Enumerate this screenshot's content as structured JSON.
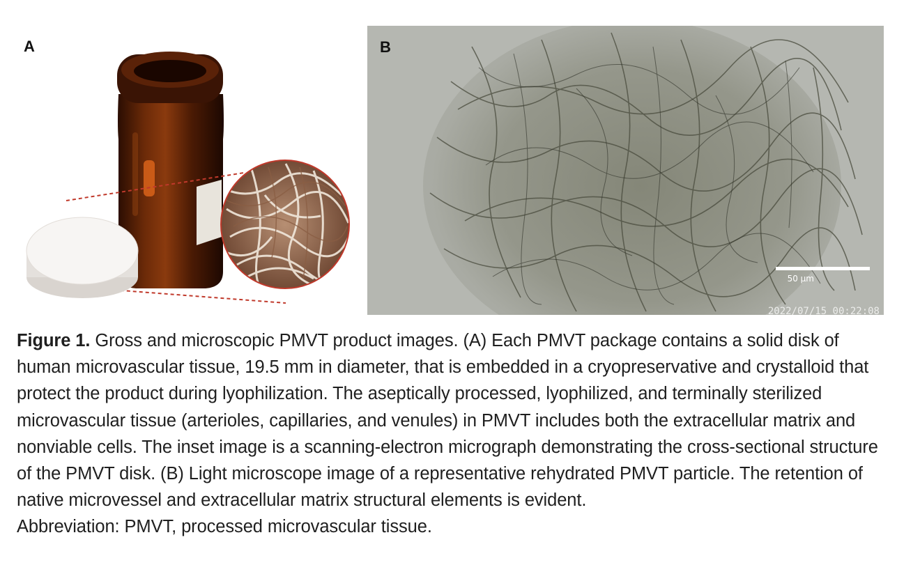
{
  "panels": {
    "a": {
      "label": "A"
    },
    "b": {
      "label": "B",
      "scale_bar": "50 µm",
      "timestamp": "2022/07/15 00:22:08"
    }
  },
  "caption": {
    "figure_label": "Figure 1.",
    "text": " Gross and microscopic PMVT product images. (A) Each PMVT package contains a solid disk of human microvascular tissue, 19.5 mm in diameter, that is embedded in a cryopreservative and crystalloid that protect the product during lyophilization. The aseptically processed, lyophilized, and terminally sterilized microvascular tissue (arterioles, capillaries, and venules) in PMVT includes both the extracellular matrix and nonviable cells. The inset image is a scanning-electron micrograph demonstrat­ing the cross-sectional structure of the PMVT disk. (B) Light microscope image of a representative rehydrated PMVT particle. The retention of native microvessel and extracellular matrix structural elements is evident.",
    "abbreviation": "Abbreviation: PMVT, processed microvascular tissue."
  }
}
